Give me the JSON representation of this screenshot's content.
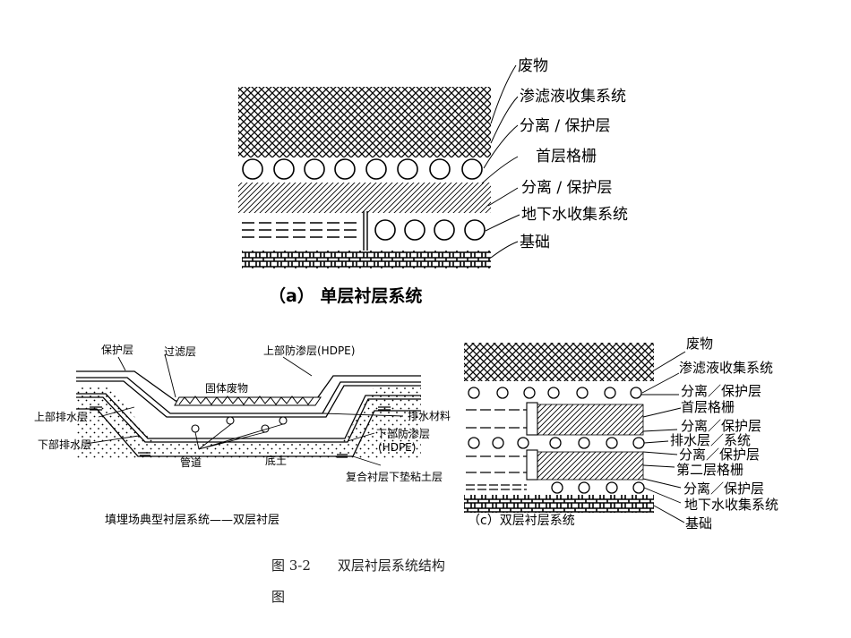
{
  "fig_a": {
    "caption": "（a） 单层衬层系统",
    "labels": [
      "废物",
      "渗滤液收集系统",
      "分离 / 保护层",
      "首层格栅",
      "分离 / 保护层",
      "地下水收集系统",
      "基础"
    ]
  },
  "fig_b": {
    "caption": "填埋场典型衬层系统——双层衬层",
    "labels": {
      "protect": "保护层",
      "filter": "过滤层",
      "upper_liner": "上部防渗层(HDPE)",
      "solid_waste": "固体废物",
      "drain_material": "排水材料",
      "upper_drain": "上部排水层",
      "lower_drain": "下部排水层",
      "lower_liner_1": "下部防渗层",
      "lower_liner_2": "(HDPE)",
      "pipe": "管道",
      "subsoil": "底土",
      "clay": "复合衬层下垫粘土层"
    }
  },
  "fig_c": {
    "caption": "（c）双层衬层系统",
    "labels": [
      "废物",
      "渗滤液收集系统",
      "分离／保护层",
      "首层格栅",
      "分离／保护层",
      "排水层／系统",
      "分离／保护层",
      "第二层格栅",
      "分离／保护层",
      "地下水收集系统",
      "基础"
    ]
  },
  "figure_caption": {
    "line1": "图 3-2　　双层衬层系统结构",
    "line2": "图"
  }
}
